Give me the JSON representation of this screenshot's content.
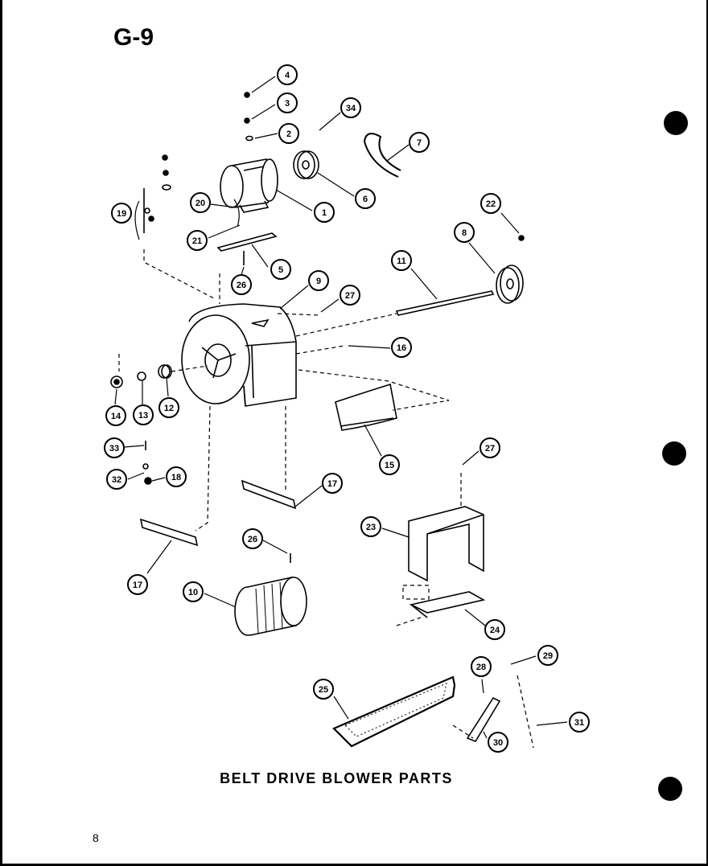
{
  "header": {
    "section_code": "G-9"
  },
  "caption": "BELT DRIVE BLOWER PARTS",
  "footer": {
    "page_number": "8"
  },
  "callouts": [
    {
      "id": "c4",
      "label": "4"
    },
    {
      "id": "c3",
      "label": "3"
    },
    {
      "id": "c2",
      "label": "2"
    },
    {
      "id": "c34",
      "label": "34"
    },
    {
      "id": "c7",
      "label": "7"
    },
    {
      "id": "c1",
      "label": "1"
    },
    {
      "id": "c6",
      "label": "6"
    },
    {
      "id": "c20",
      "label": "20"
    },
    {
      "id": "c21",
      "label": "21"
    },
    {
      "id": "c19",
      "label": "19"
    },
    {
      "id": "c5",
      "label": "5"
    },
    {
      "id": "c26a",
      "label": "26"
    },
    {
      "id": "c22",
      "label": "22"
    },
    {
      "id": "c8a",
      "label": "8"
    },
    {
      "id": "c11",
      "label": "11"
    },
    {
      "id": "c9",
      "label": "9"
    },
    {
      "id": "c27a",
      "label": "27"
    },
    {
      "id": "c16",
      "label": "16"
    },
    {
      "id": "c14",
      "label": "14"
    },
    {
      "id": "c13",
      "label": "13"
    },
    {
      "id": "c12",
      "label": "12"
    },
    {
      "id": "c15",
      "label": "15"
    },
    {
      "id": "c33",
      "label": "33"
    },
    {
      "id": "c32",
      "label": "32"
    },
    {
      "id": "c18",
      "label": "18"
    },
    {
      "id": "c17a",
      "label": "17"
    },
    {
      "id": "c27b",
      "label": "27"
    },
    {
      "id": "c23",
      "label": "23"
    },
    {
      "id": "c26b",
      "label": "26"
    },
    {
      "id": "c17b",
      "label": "17"
    },
    {
      "id": "c10",
      "label": "10"
    },
    {
      "id": "c24",
      "label": "24"
    },
    {
      "id": "c29",
      "label": "29"
    },
    {
      "id": "c28",
      "label": "28"
    },
    {
      "id": "c25",
      "label": "25"
    },
    {
      "id": "c31",
      "label": "31"
    },
    {
      "id": "c30",
      "label": "30"
    }
  ]
}
